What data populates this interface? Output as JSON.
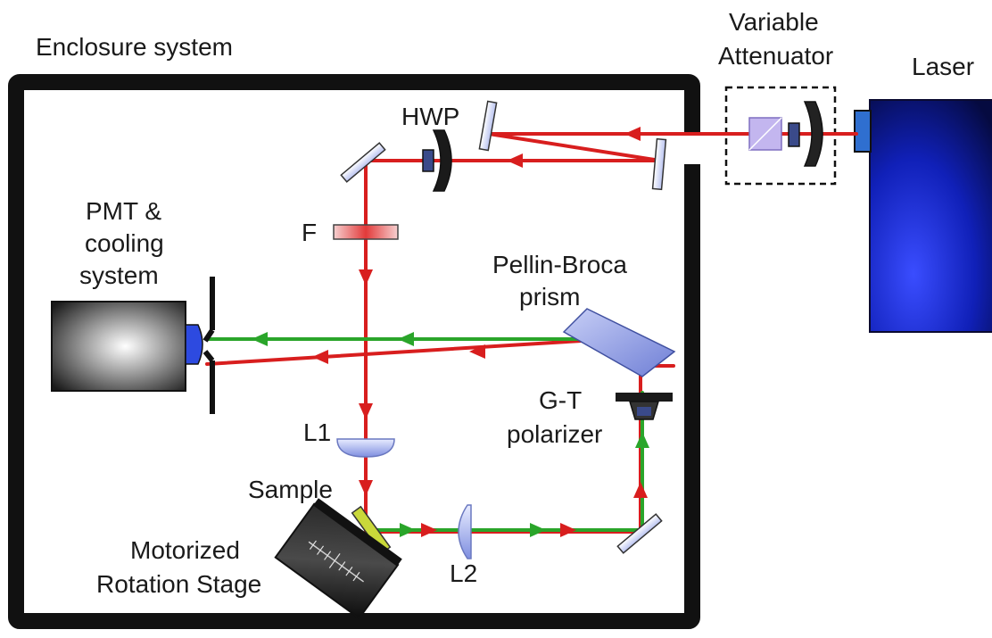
{
  "diagram": {
    "enclosure_label": "Enclosure system",
    "labels": {
      "variable_line1": "Variable",
      "variable_line2": "Attenuator",
      "laser": "Laser",
      "hwp": "HWP",
      "pmt_line1": "PMT &",
      "pmt_line2": "cooling",
      "pmt_line3": "system",
      "filter": "F",
      "pellin_line1": "Pellin-Broca",
      "pellin_line2": "prism",
      "gt_line1": "G-T",
      "gt_line2": "polarizer",
      "l1": "L1",
      "sample": "Sample",
      "motor_line1": "Motorized",
      "motor_line2": "Rotation Stage",
      "l2": "L2"
    },
    "colors": {
      "laser_beam": "#d81e1e",
      "signal_beam": "#2aa52a",
      "enclosure": "#111111",
      "laser_body": "#0b1cc8",
      "optic": "#a8b4ee"
    }
  }
}
